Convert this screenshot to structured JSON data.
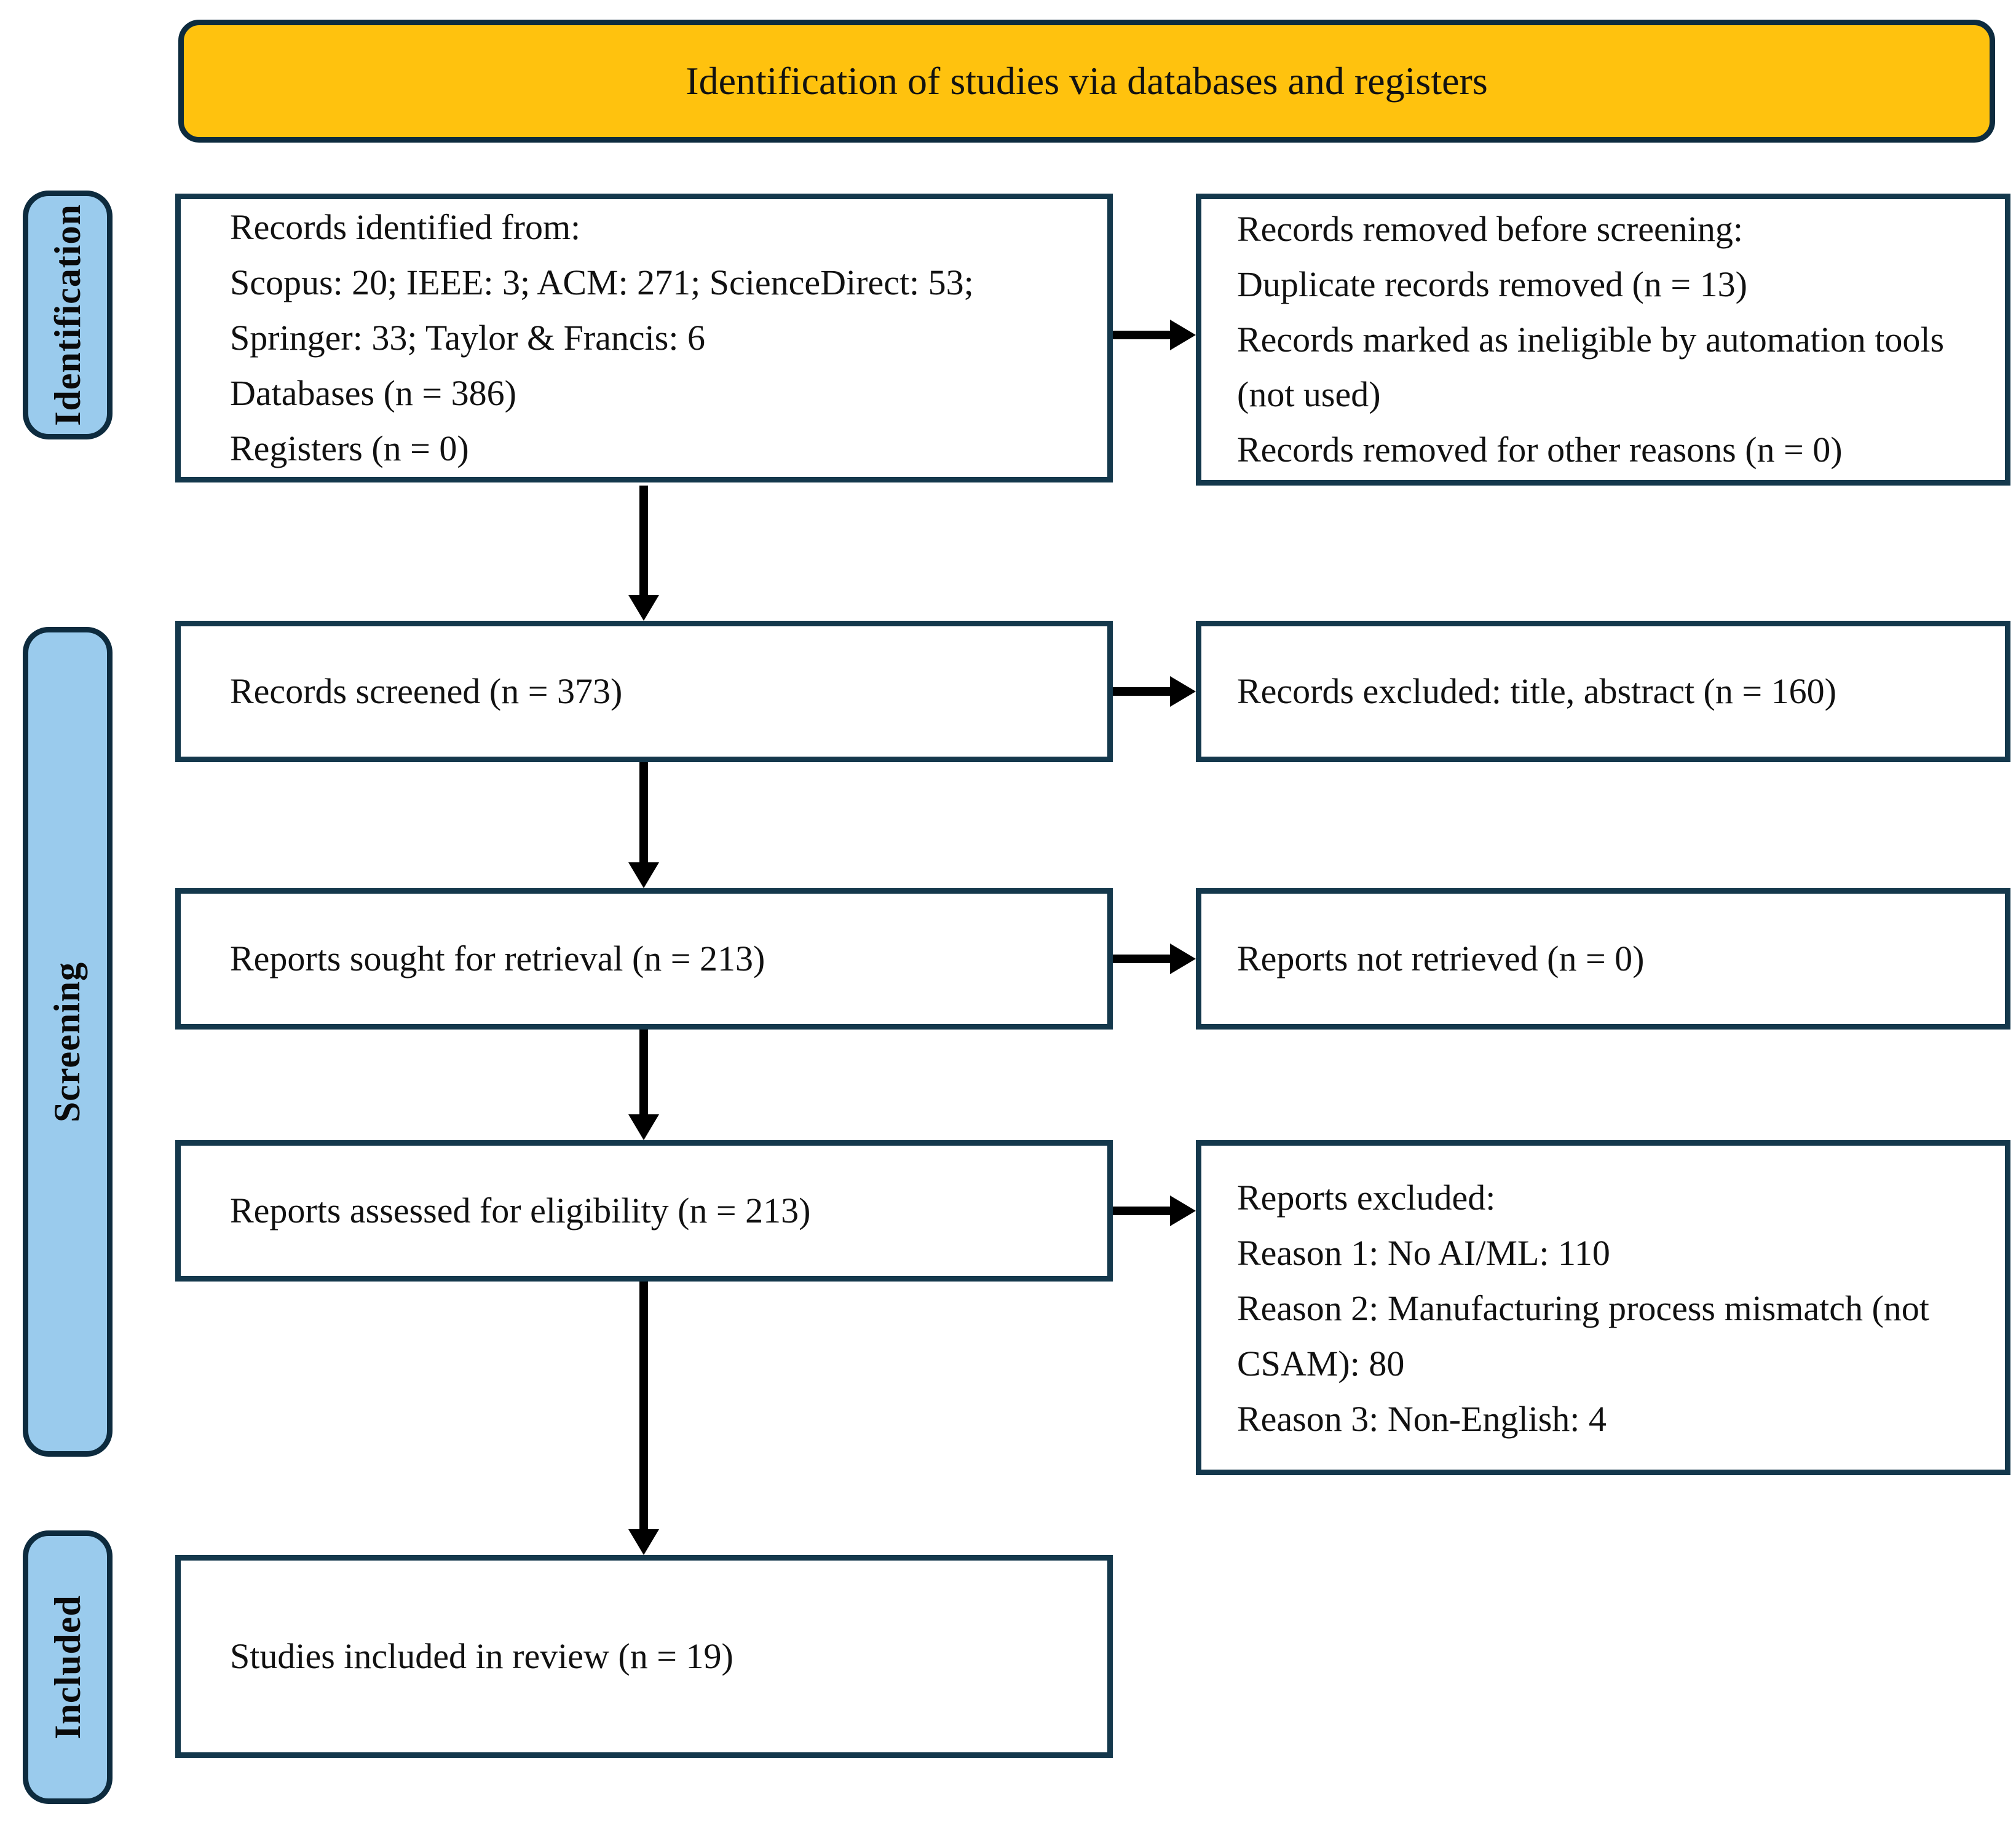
{
  "banner": {
    "title": "Identification of studies via databases and registers"
  },
  "side_labels": {
    "identification": "Identification",
    "screening": "Screening",
    "included": "Included"
  },
  "boxes": {
    "records_identified": {
      "lines": [
        "Records identified from:",
        "Scopus: 20; IEEE: 3; ACM: 271; ScienceDirect: 53;",
        "Springer:  33; Taylor & Francis: 6",
        "Databases (n = 386)",
        "Registers (n = 0)"
      ]
    },
    "records_removed": {
      "lines": [
        "Records removed before screening:",
        "Duplicate records removed  (n = 13)",
        "Records marked as ineligible by automation tools (not used)",
        "Records removed for other reasons (n = 0)"
      ]
    },
    "records_screened": {
      "text": "Records screened (n = 373)"
    },
    "records_excluded": {
      "text": "Records excluded: title, abstract (n = 160)"
    },
    "reports_sought": {
      "text": "Reports sought for retrieval (n = 213)"
    },
    "reports_not_retrieved": {
      "text": "Reports not retrieved (n = 0)"
    },
    "reports_assessed": {
      "text": "Reports assessed for eligibility (n = 213)"
    },
    "reports_excluded": {
      "lines": [
        "Reports excluded:",
        "Reason 1: No AI/ML: 110",
        "Reason 2: Manufacturing process mismatch (not CSAM): 80",
        "Reason 3: Non-English: 4"
      ]
    },
    "studies_included": {
      "text": "Studies included in review (n = 19)"
    }
  },
  "colors": {
    "banner_fill": "#FFC20E",
    "banner_border": "#0D2B3E",
    "label_fill": "#9ACBED",
    "label_border": "#0D2B3E",
    "box_border": "#14384C",
    "box_fill": "#FFFFFF",
    "arrow": "#000000",
    "text": "#111111"
  }
}
